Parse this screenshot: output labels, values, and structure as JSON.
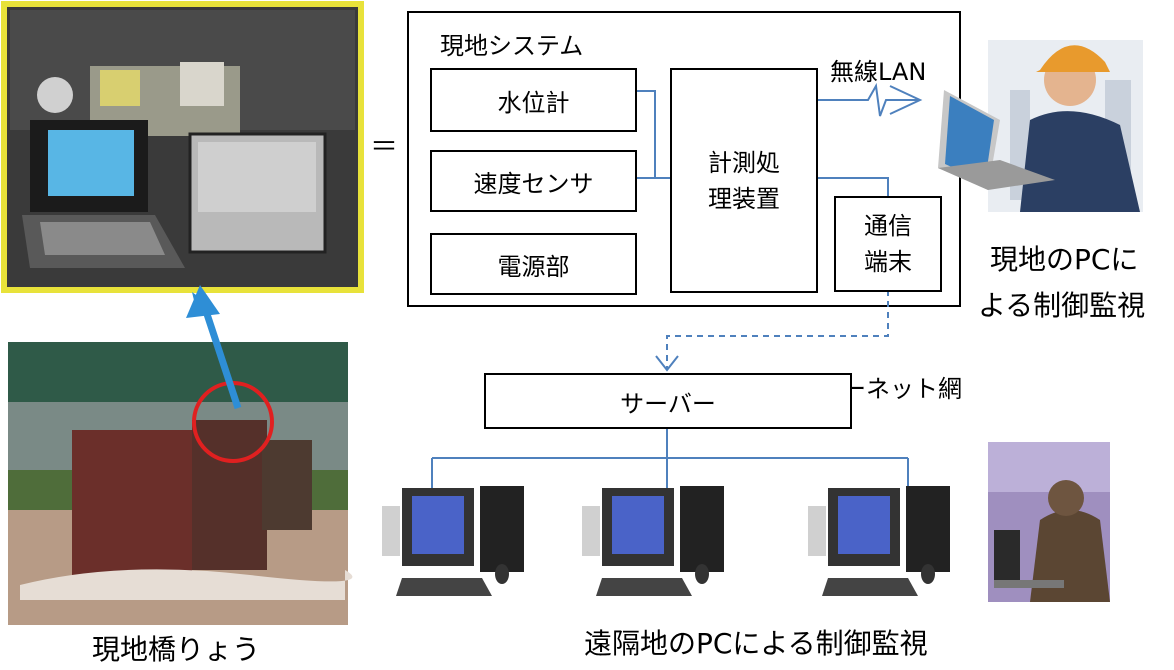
{
  "system_box_title": "現地システム",
  "components": {
    "water_gauge": "水位計",
    "speed_sensor": "速度センサ",
    "power_unit": "電源部",
    "processor_line1": "計測処",
    "processor_line2": "理装置",
    "comm_line1": "通信",
    "comm_line2": "端末",
    "server": "サーバー"
  },
  "labels": {
    "wireless_lan": "無線LAN",
    "internet": "インターネット網",
    "equals": "＝",
    "local_pc_line1": "現地のPCに",
    "local_pc_line2": "よる制御監視",
    "bridge": "現地橋りょう",
    "remote_pc": "遠隔地のPCによる制御監視"
  },
  "colors": {
    "line_blue": "#4f81bd",
    "photo_border": "#e8e23a",
    "arrow": "#2e8ed6",
    "highlight_circle": "#e02020"
  }
}
